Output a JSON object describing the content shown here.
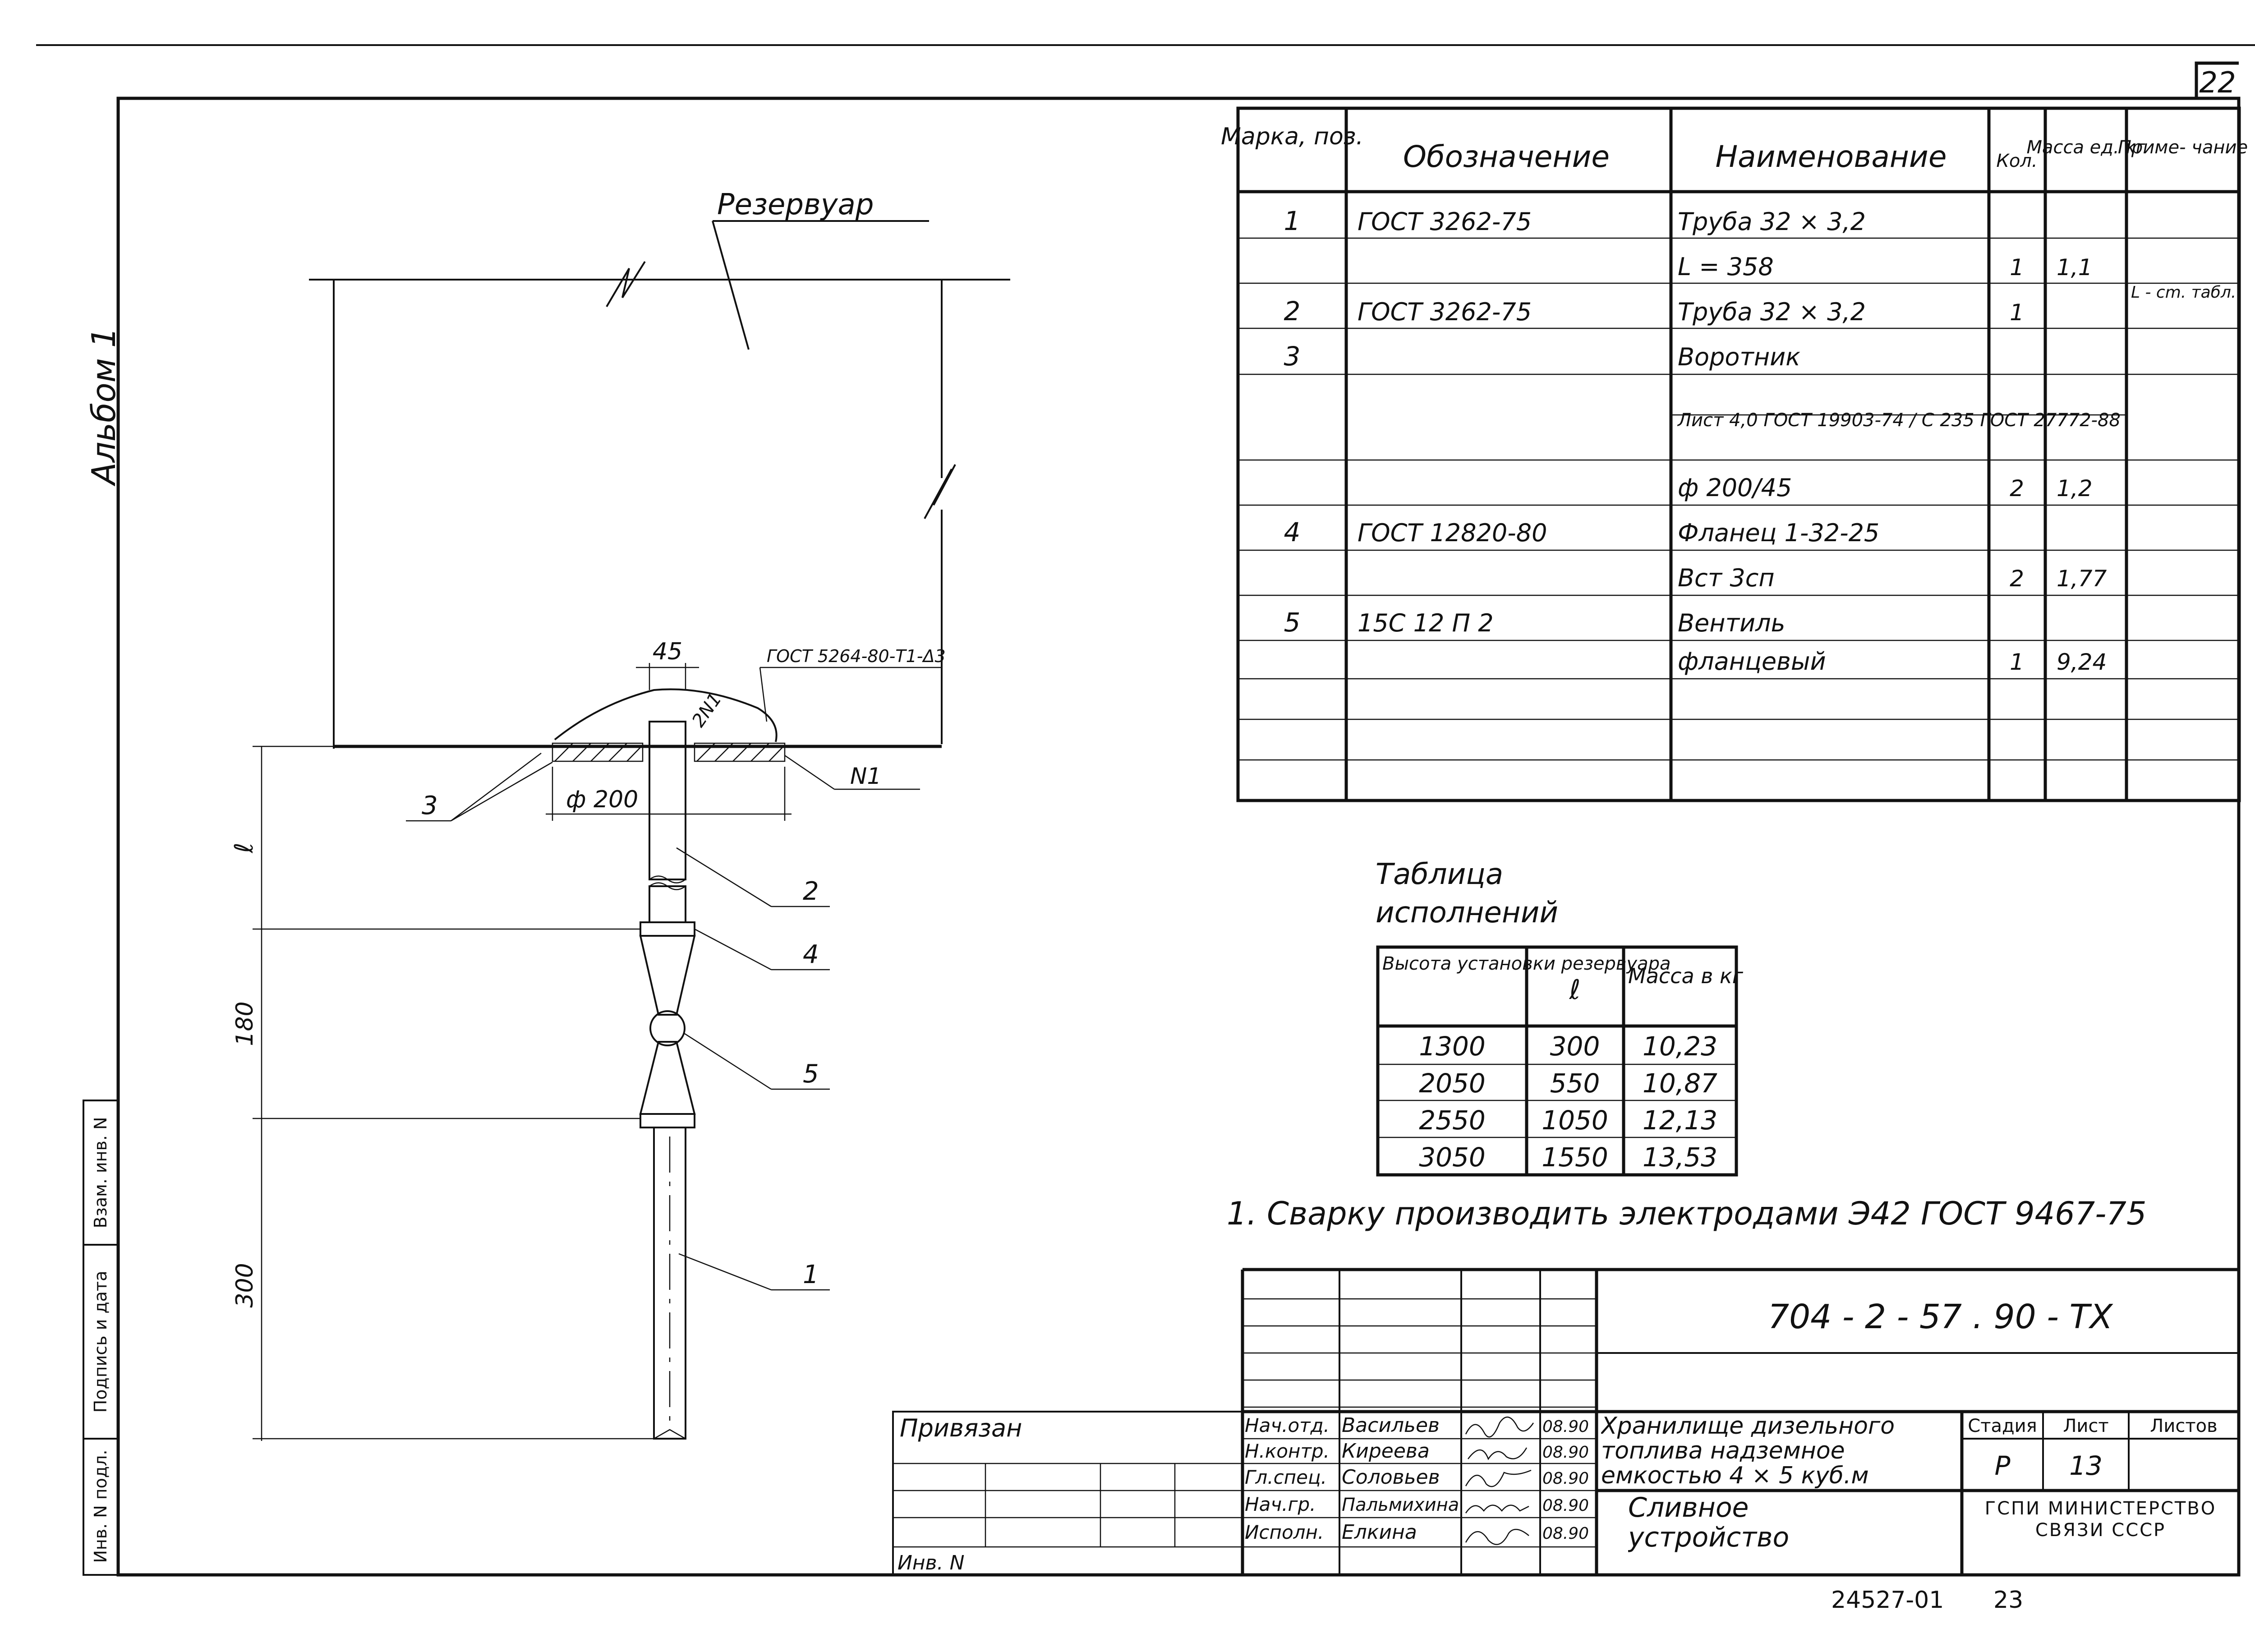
{
  "page_number": "22",
  "album_label": "Альбом 1",
  "left_stamp": [
    "Инв. N подл.",
    "Подпись и дата",
    "Взам. инв. N"
  ],
  "drawing": {
    "reservoir_label": "Резервуар",
    "dim_45": "45",
    "weld_symbol": "ГОСТ 5264-80-Т1-Δ3",
    "weld_leg": "2N1",
    "dim_200": "ф 200",
    "callout_n1": "N1",
    "pos_labels": [
      "3",
      "2",
      "4",
      "5",
      "1"
    ],
    "dim_l": "ℓ",
    "dim_180": "180",
    "dim_300": "300"
  },
  "spec_table": {
    "headers": [
      "Марка, поз.",
      "Обозначение",
      "Наименование",
      "Кол.",
      "Масса ед. кг",
      "Приме- чание"
    ],
    "rows": [
      [
        "1",
        "ГОСТ 3262-75",
        "Труба 32 × 3,2",
        "",
        "",
        ""
      ],
      [
        "",
        "",
        "L = 358",
        "1",
        "1,1",
        ""
      ],
      [
        "2",
        "ГОСТ 3262-75",
        "Труба 32 × 3,2",
        "1",
        "",
        "L - cm. табл."
      ],
      [
        "3",
        "",
        "Воротник",
        "",
        "",
        ""
      ],
      [
        "",
        "",
        "Лист 4,0 ГОСТ 19903-74 / С 235 ГОСТ 27772-88",
        "",
        "",
        ""
      ],
      [
        "",
        "",
        "ф 200/45",
        "2",
        "1,2",
        ""
      ],
      [
        "4",
        "ГОСТ 12820-80",
        "Фланец 1-32-25",
        "",
        "",
        ""
      ],
      [
        "",
        "",
        "Вст 3сп",
        "2",
        "1,77",
        ""
      ],
      [
        "5",
        "15С 12 П 2",
        "Вентиль",
        "",
        "",
        ""
      ],
      [
        "",
        "",
        "фланцевый",
        "1",
        "9,24",
        ""
      ],
      [
        "",
        "",
        "",
        "",
        "",
        ""
      ],
      [
        "",
        "",
        "",
        "",
        "",
        ""
      ],
      [
        "",
        "",
        "",
        "",
        "",
        ""
      ]
    ]
  },
  "variants": {
    "title_line1": "Таблица",
    "title_line2": "исполнений",
    "headers": [
      "Высота установки резервуара",
      "ℓ",
      "Масса в кг"
    ],
    "rows": [
      [
        "1300",
        "300",
        "10,23"
      ],
      [
        "2050",
        "550",
        "10,87"
      ],
      [
        "2550",
        "1050",
        "12,13"
      ],
      [
        "3050",
        "1550",
        "13,53"
      ]
    ]
  },
  "note": "1. Сварку производить электродами Э42 ГОСТ 9467-75",
  "title_block": {
    "doc_code": "704 - 2 - 57 . 90 - ТХ",
    "privyazan": "Привязан",
    "inv_n": "Инв. N",
    "signers": [
      {
        "role": "Нач.отд.",
        "name": "Васильев",
        "date": "08.90"
      },
      {
        "role": "Н.контр.",
        "name": "Киреева",
        "date": "08.90"
      },
      {
        "role": "Гл.спец.",
        "name": "Соловьев",
        "date": "08.90"
      },
      {
        "role": "Нач.гр.",
        "name": "Пальмихина",
        "date": "08.90"
      },
      {
        "role": "Исполн.",
        "name": "Елкина",
        "date": "08.90"
      }
    ],
    "object_name": "Хранилище дизельного топлива надземное емкостью 4 × 5 куб.м",
    "sheet_name": "Сливное устройство",
    "stage_header": "Стадия",
    "sheet_header": "Лист",
    "sheets_header": "Листов",
    "stage": "Р",
    "sheet": "13",
    "organization": "ГСПИ МИНИСТЕРСТВО СВЯЗИ СССР"
  },
  "footer_code": "24527-01",
  "footer_page": "23"
}
